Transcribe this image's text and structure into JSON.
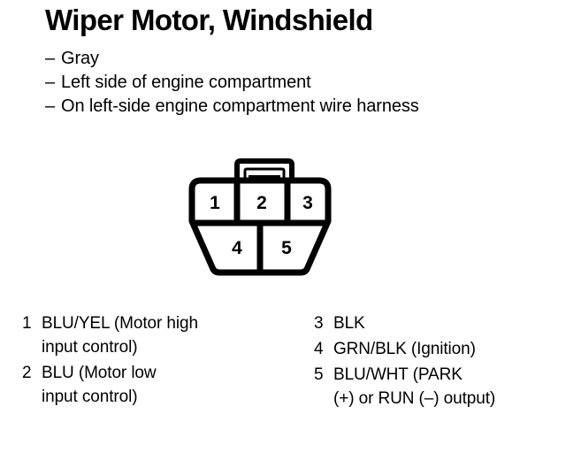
{
  "header": {
    "title": "Wiper Motor, Windshield",
    "dash": "–",
    "description_lines": [
      "Gray",
      "Left side of engine compartment",
      "On left-side engine compartment wire harness"
    ]
  },
  "connector": {
    "name": "5-cavity connector face view",
    "cavities": [
      {
        "number": "1",
        "row": "top"
      },
      {
        "number": "2",
        "row": "top"
      },
      {
        "number": "3",
        "row": "top"
      },
      {
        "number": "4",
        "row": "bottom"
      },
      {
        "number": "5",
        "row": "bottom"
      }
    ],
    "lock_tab": "locking tab",
    "outline_color": "#000000",
    "fill_color": "#ffffff"
  },
  "pin_legend": {
    "left_column": [
      {
        "number": "1",
        "line1": "BLU/YEL (Motor high",
        "line2": "input control)"
      },
      {
        "number": "2",
        "line1": "BLU (Motor low",
        "line2": "input control)"
      }
    ],
    "right_column": [
      {
        "number": "3",
        "line1": "BLK",
        "line2": ""
      },
      {
        "number": "4",
        "line1": "GRN/BLK (Ignition)",
        "line2": ""
      },
      {
        "number": "5",
        "line1": "BLU/WHT (PARK",
        "line2": "(+) or RUN (–) output)"
      }
    ]
  }
}
